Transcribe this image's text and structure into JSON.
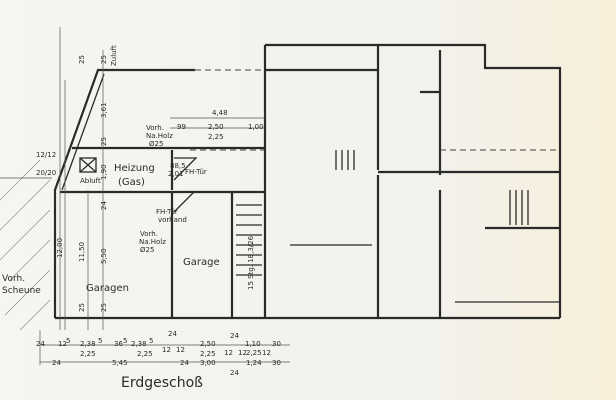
{
  "title": "Erdgeschoß",
  "rooms": {
    "heating": "Heizung",
    "heating_sub": "(Gas)",
    "garages": "Garagen",
    "garage": "Garage",
    "barn_1": "Vorh.",
    "barn_2": "Scheune"
  },
  "notes": {
    "zuluft": "Zuluft",
    "abluft": "Abluft",
    "column_top_1": "Vorh.",
    "column_top_2": "Na.Holz",
    "column_top_3": "Ø25",
    "column_mid_1": "Vorh.",
    "column_mid_2": "Na.Holz",
    "column_mid_3": "Ø25",
    "fh_door": "FH-Tür",
    "fh_door_2": "FH-Tür",
    "fh_door_2b": "vorhand",
    "stairs": "15 Stg. 18,3/26",
    "door_dim_a": "88,5",
    "door_dim_b": "2,01",
    "chimney_a": "12/12",
    "chimney_b": "20/20"
  },
  "dimensions": {
    "top_25a": "25",
    "top_25b": "25",
    "h_361": "3,61",
    "h_25": "25",
    "h_90": "1,90",
    "h_24": "24",
    "h_1200": "12,00",
    "h_1150": "11,50",
    "h_550": "5,50",
    "h_25c": "25",
    "h_25d": "25",
    "w_448": "4,48",
    "w_99": "99",
    "w_250": "2,50",
    "w_100": "1,00",
    "w_225": "2,25",
    "bottom_row1": [
      "24",
      "12",
      "5",
      "2,38",
      "5",
      "36",
      "5",
      "2,38",
      "5",
      "12",
      "24",
      "12",
      "2,50",
      "12",
      "24",
      "12",
      "1,10",
      "12",
      "30"
    ],
    "bottom_row2": [
      "2,25",
      "2,25",
      "2,25",
      "2,25"
    ],
    "bottom_row3": [
      "24",
      "5,45",
      "24",
      "3,00",
      "1,24",
      "30",
      "24"
    ]
  }
}
